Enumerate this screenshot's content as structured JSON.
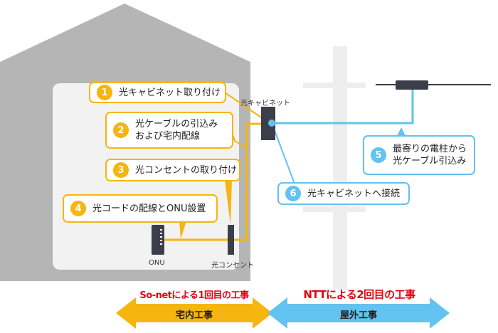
{
  "diagram": {
    "callouts": [
      {
        "id": "1",
        "number": "1",
        "lines": [
          "光キャビネット取り付け"
        ]
      },
      {
        "id": "2",
        "number": "2",
        "lines": [
          "光ケーブルの引込み",
          "および宅内配線"
        ]
      },
      {
        "id": "3",
        "number": "3",
        "lines": [
          "光コンセントの取り付け"
        ]
      },
      {
        "id": "4",
        "number": "4",
        "lines": [
          "光コードの配線とONU設置"
        ]
      },
      {
        "id": "5",
        "number": "5",
        "lines": [
          "最寄りの電柱から",
          "光ケーブル引込み"
        ]
      },
      {
        "id": "6",
        "number": "6",
        "lines": [
          "光キャビネットへ接続"
        ]
      }
    ],
    "labels": {
      "cabinet": "光キャビネット",
      "onu": "ONU",
      "outlet": "光コンセント"
    },
    "work_indoor": {
      "heading": "So-netによる1回目の工事",
      "band_label": "宅内工事"
    },
    "work_outdoor": {
      "heading": "NTTによる2回目の工事",
      "band_label": "屋外工事"
    },
    "colors": {
      "house": "#b5b5b5",
      "house_inner": "#f2f2f2",
      "pole": "#eeeeee",
      "device": "#3c3f4a",
      "indoor_accent": "#f6b50f",
      "outdoor_accent": "#62c2f0",
      "heading_text": "#e60012"
    }
  }
}
